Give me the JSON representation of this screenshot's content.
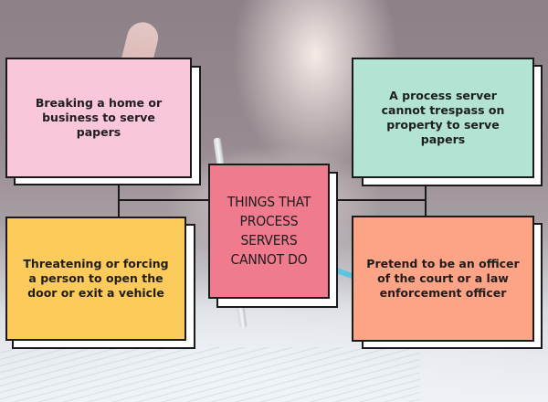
{
  "diagram": {
    "center": {
      "label": "THINGS THAT PROCESS SERVERS CANNOT DO",
      "color": "#f07a8e"
    },
    "items": [
      {
        "position": "top-left",
        "text": "Breaking a home or business to serve papers",
        "color": "#f9c6dc"
      },
      {
        "position": "top-right",
        "text": "A process server cannot trespass on property to serve papers",
        "color": "#b2e3d3"
      },
      {
        "position": "bottom-left",
        "text": "Threatening or forcing a person to open the door or exit a vehicle",
        "color": "#fdcb5c"
      },
      {
        "position": "bottom-right",
        "text": "Pretend to be an officer of the court or a law enforcement officer",
        "color": "#fea486"
      }
    ],
    "connector_color": "#1a1a1a",
    "card_shadow_color": "#ffffff"
  }
}
